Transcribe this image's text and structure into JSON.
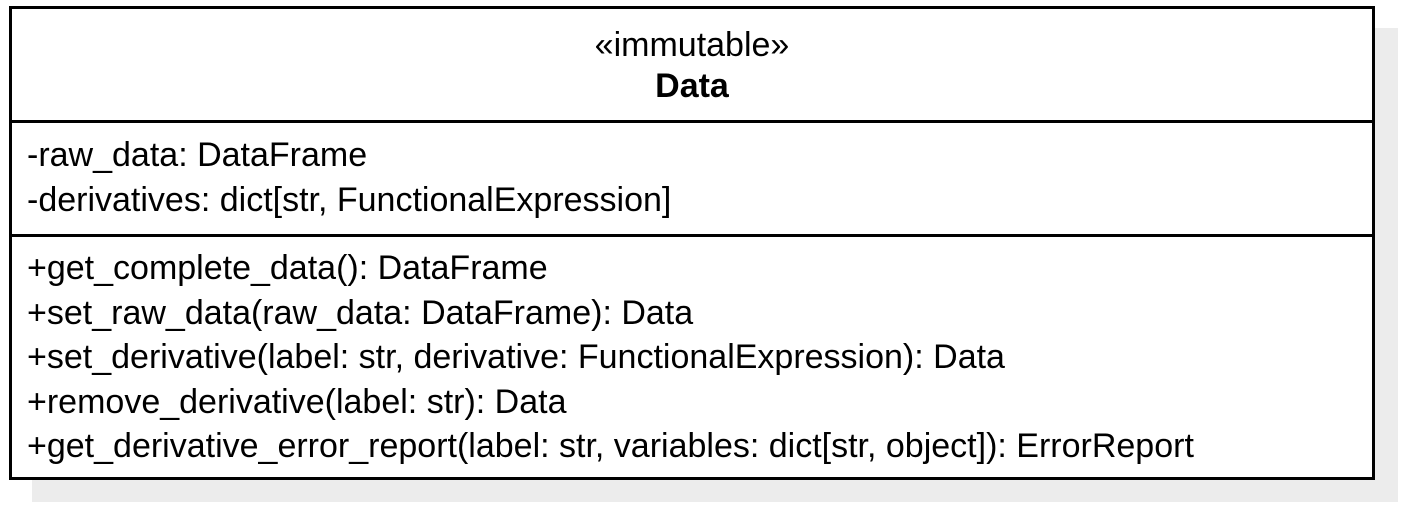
{
  "class": {
    "stereotype": "«immutable»",
    "name": "Data",
    "attributes": [
      "-raw_data: DataFrame",
      "-derivatives: dict[str, FunctionalExpression]"
    ],
    "operations": [
      "+get_complete_data(): DataFrame",
      "+set_raw_data(raw_data: DataFrame): Data",
      "+set_derivative(label: str, derivative: FunctionalExpression): Data",
      "+remove_derivative(label: str): Data",
      "+get_derivative_error_report(label: str, variables: dict[str, object]): ErrorReport"
    ]
  },
  "colors": {
    "border": "#000000",
    "background": "#ffffff",
    "shadow": "#ececec"
  }
}
